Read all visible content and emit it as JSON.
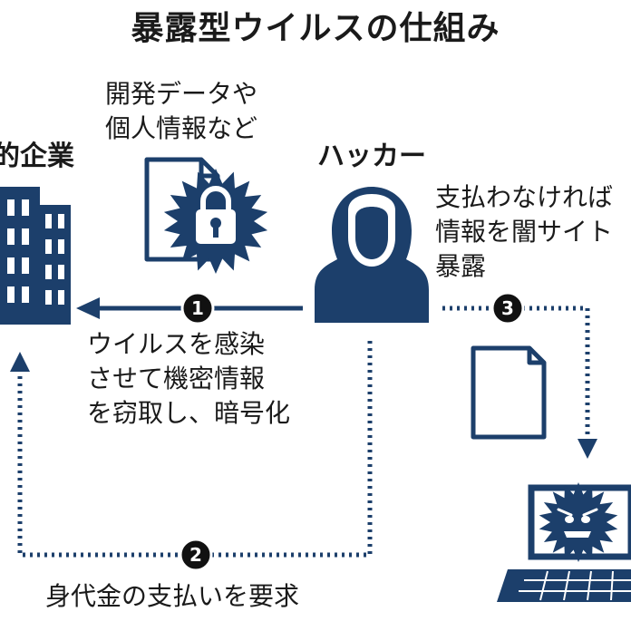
{
  "title": "暴露型ウイルスの仕組み",
  "colors": {
    "navy": "#1c3f6b",
    "text": "#1a1a1a",
    "badge": "#111111"
  },
  "nodes": {
    "company_label": "的企業",
    "hacker_label": "ハッカー",
    "data_label_line1": "開発データや",
    "data_label_line2": "個人情報など"
  },
  "steps": [
    {
      "number": "1",
      "text_lines": [
        "ウイルスを感染",
        "させて機密情報",
        "を窃取し、暗号化"
      ]
    },
    {
      "number": "2",
      "text_lines": [
        "身代金の支払いを要求"
      ]
    },
    {
      "number": "3",
      "text_lines": [
        "支払わなければ",
        "情報を闇サイト",
        "暴露"
      ]
    }
  ],
  "icons": [
    "building-icon",
    "locked-document-icon",
    "hacker-icon",
    "document-icon",
    "laptop-virus-icon"
  ]
}
